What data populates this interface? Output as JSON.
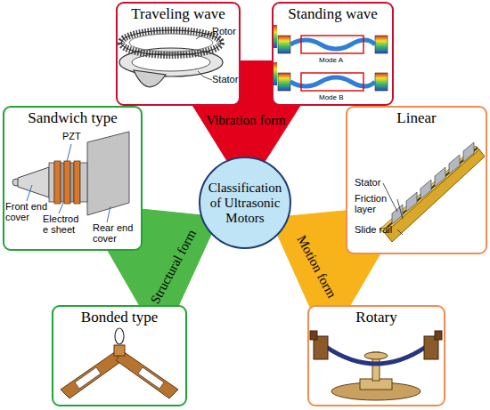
{
  "diagram": {
    "nodes": [
      {
        "text": [
          "Traveling wave"
        ]
      },
      {
        "text": [
          "Standing wave"
        ]
      },
      {
        "text": [
          "Vibration form"
        ]
      },
      {
        "text": [
          "Sandwich type"
        ]
      },
      {
        "text": [
          "Classification of Ultrasonic Motors"
        ]
      },
      {
        "text": [
          "Linear"
        ]
      },
      {
        "text": [
          "Structural form"
        ]
      },
      {
        "text": [
          "Motion form"
        ]
      },
      {
        "text": [
          "Bonded type"
        ]
      },
      {
        "text": [
          "Rotary"
        ]
      }
    ],
    "labels": [
      "Rotor",
      "Stator",
      "Mode A",
      "Mode B",
      "PZT",
      "Front end cover",
      "Electrod e sheet",
      "Rear end cover",
      "Stator",
      "Friction layer",
      "Slide rail"
    ]
  }
}
